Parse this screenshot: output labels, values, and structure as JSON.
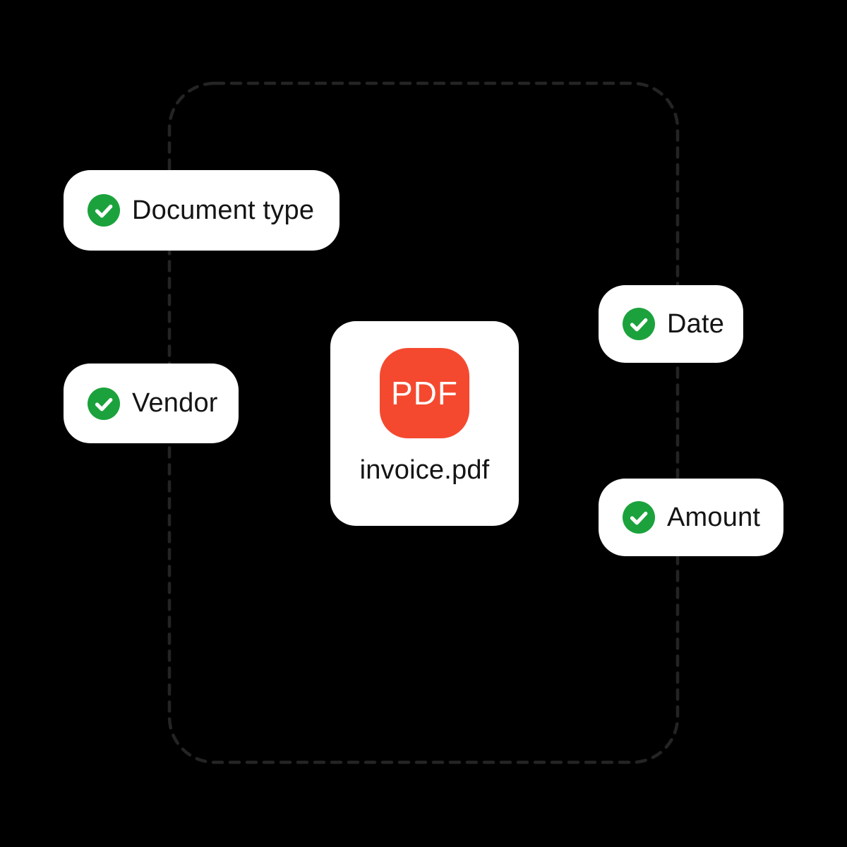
{
  "illustration": {
    "background_color": "#000000",
    "frame": {
      "style": "dashed",
      "border_color": "#242424"
    },
    "chips": [
      {
        "id": "document-type",
        "label": "Document type",
        "icon": "check-circle"
      },
      {
        "id": "vendor",
        "label": "Vendor",
        "icon": "check-circle"
      },
      {
        "id": "date",
        "label": "Date",
        "icon": "check-circle"
      },
      {
        "id": "amount",
        "label": "Amount",
        "icon": "check-circle"
      }
    ],
    "file_card": {
      "badge_label": "PDF",
      "badge_color": "#F4492F",
      "filename": "invoice.pdf"
    },
    "colors": {
      "check_green": "#1CA23C",
      "card_background": "#FFFFFF",
      "label_text": "#141414"
    }
  }
}
